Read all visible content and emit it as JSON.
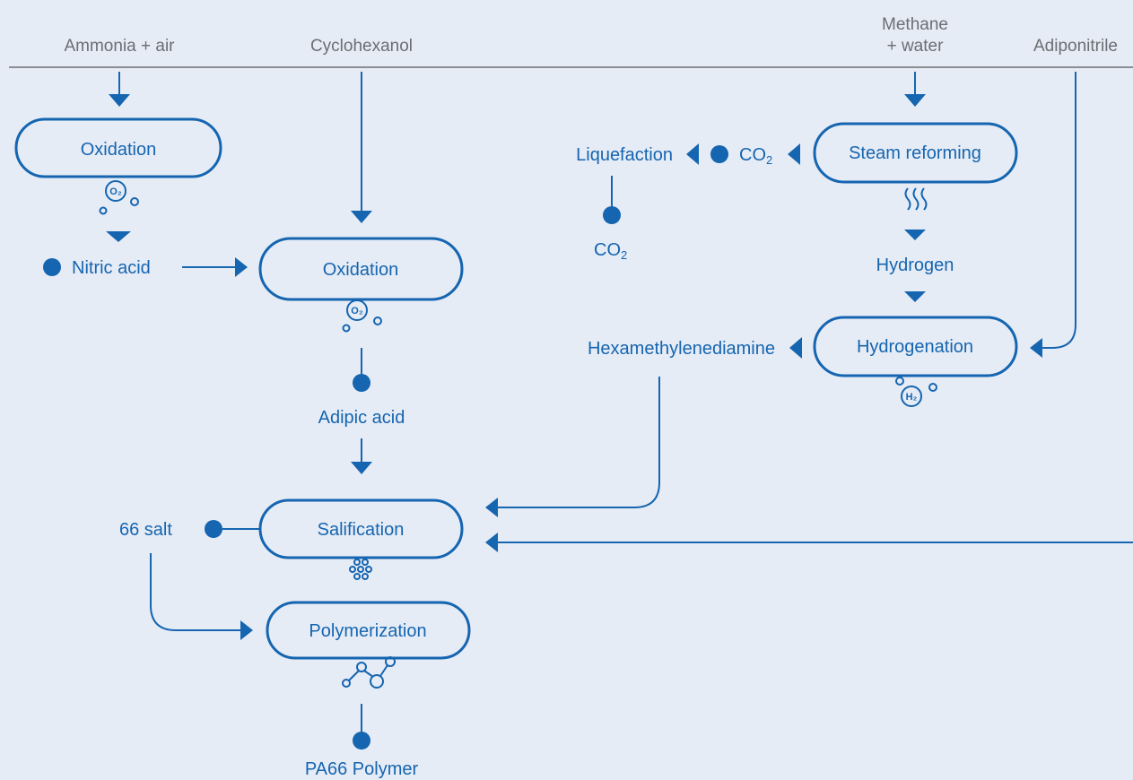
{
  "inputs": {
    "ammonia_air": "Ammonia + air",
    "cyclohexanol": "Cyclohexanol",
    "methane_water_line1": "Methane",
    "methane_water_line2": "+ water",
    "adiponitrile": "Adiponitrile"
  },
  "processes": {
    "oxidation_1": "Oxidation",
    "oxidation_2": "Oxidation",
    "steam_reforming": "Steam reforming",
    "hydrogenation": "Hydrogenation",
    "salification": "Salification",
    "polymerization": "Polymerization"
  },
  "products": {
    "nitric_acid": "Nitric acid",
    "adipic_acid": "Adipic acid",
    "liquefaction": "Liquefaction",
    "co2_main": "CO",
    "co2_sub": "2",
    "co2_captured_main": "CO",
    "co2_captured_sub": "2",
    "hydrogen": "Hydrogen",
    "hexamethylenediamine": "Hexamethylenediamine",
    "salt_66": "66 salt",
    "pa66_polymer": "PA66 Polymer"
  },
  "icon_labels": {
    "o2_oxidation_1": "O₂",
    "o2_oxidation_2": "O₂",
    "h2_hydrogenation": "H₂"
  },
  "icons": [
    "oxygen-bubbles-icon",
    "heat-waves-icon",
    "hydrogen-bubbles-icon",
    "salt-crystals-icon",
    "molecule-chain-icon"
  ],
  "colors": {
    "background": "#e6ecf6",
    "accent": "#1565b0",
    "input_text": "#6b6e73"
  }
}
